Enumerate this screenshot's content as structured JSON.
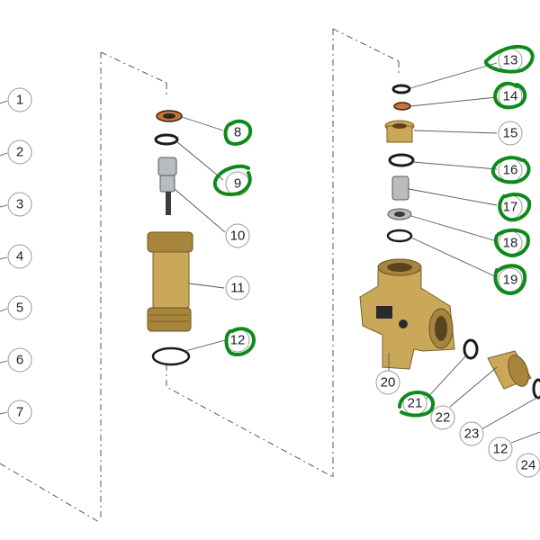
{
  "callouts": {
    "c1": "1",
    "c2": "2",
    "c3": "3",
    "c4": "4",
    "c5": "5",
    "c6": "6",
    "c7": "7",
    "c8": "8",
    "c9": "9",
    "c10": "10",
    "c11": "11",
    "c12a": "12",
    "c13": "13",
    "c14": "14",
    "c15": "15",
    "c16": "16",
    "c17": "17",
    "c18": "18",
    "c19": "19",
    "c20": "20",
    "c21": "21",
    "c22": "22",
    "c23": "23",
    "c12b": "12",
    "c24": "24"
  },
  "colors": {
    "highlight_marker": "#0e8a1b",
    "brass": "#c9a85a",
    "callout_border": "#9a9a9a"
  }
}
